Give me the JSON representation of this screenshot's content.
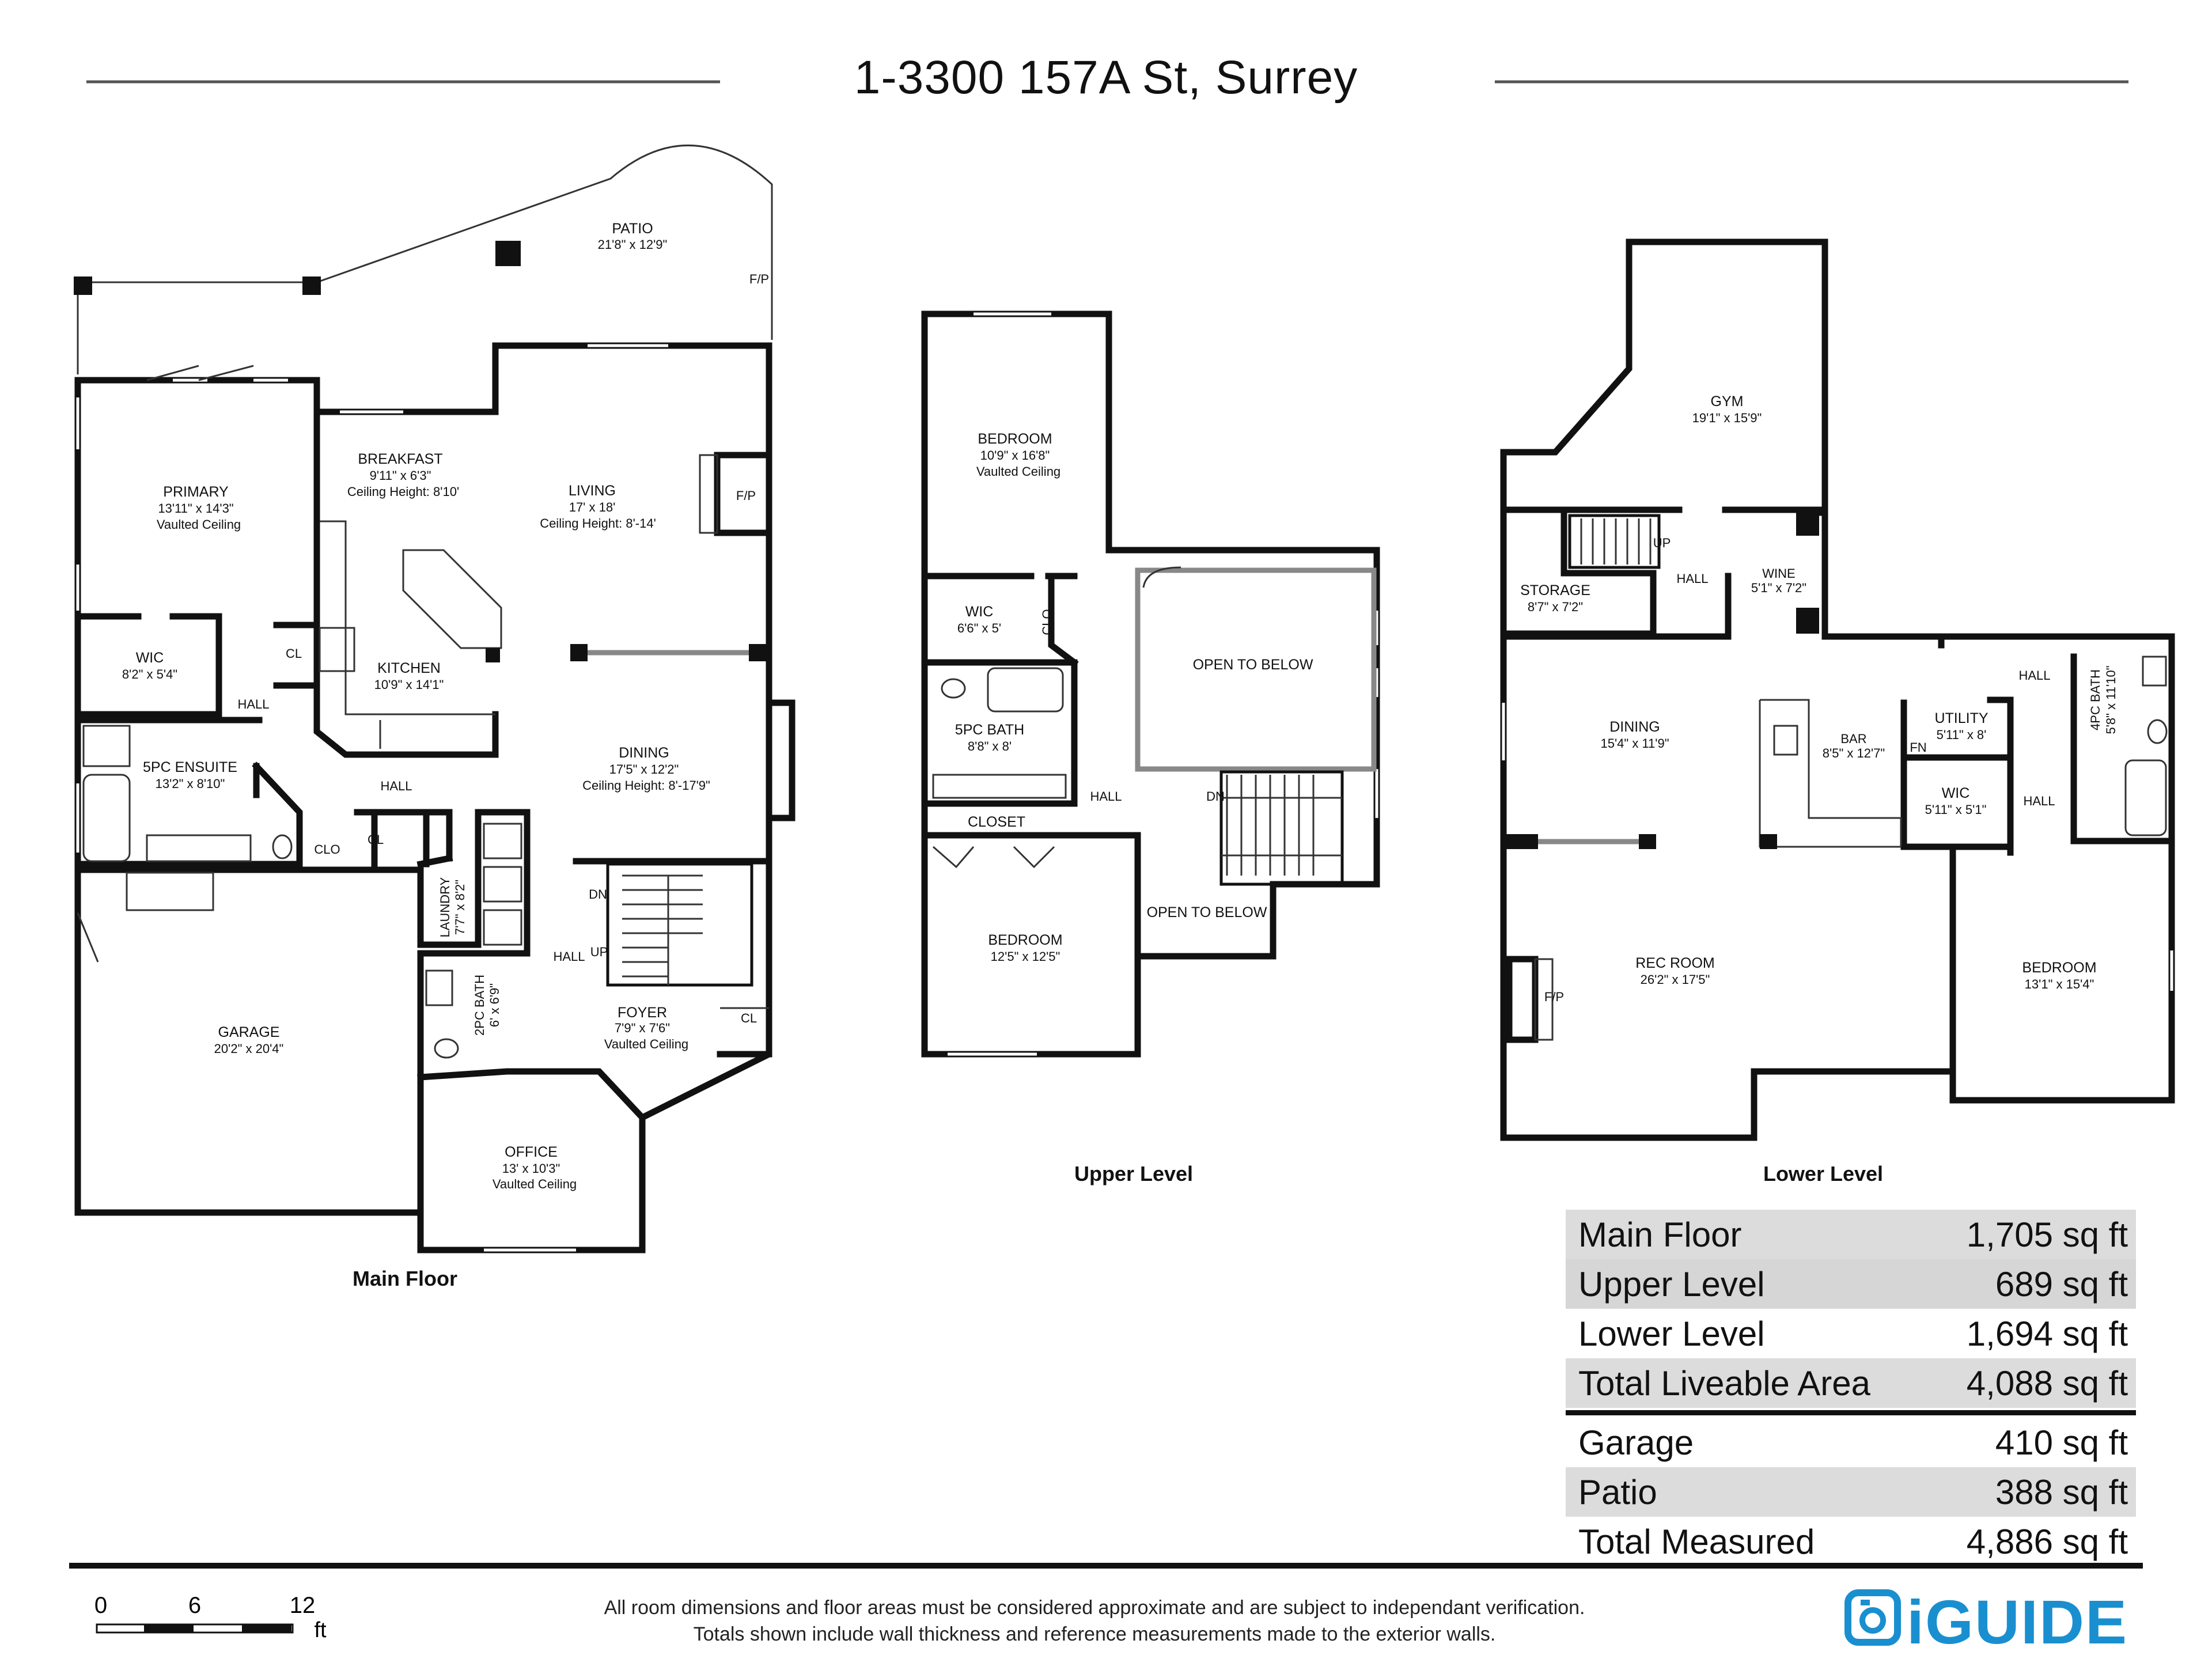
{
  "title": "1-3300 157A St, Surrey",
  "levels": {
    "main": "Main Floor",
    "upper": "Upper Level",
    "lower": "Lower Level"
  },
  "rooms": {
    "patio": {
      "name": "PATIO",
      "dims": "21'8\" x 12'9\""
    },
    "breakfast": {
      "name": "BREAKFAST",
      "dims": "9'11\" x 6'3\"",
      "note": "Ceiling Height: 8'10'"
    },
    "living": {
      "name": "LIVING",
      "dims": "17' x 18'",
      "note": "Ceiling Height: 8'-14'"
    },
    "primary": {
      "name": "PRIMARY",
      "dims": "13'11\" x 14'3\"",
      "note": "Vaulted Ceiling"
    },
    "wic_main": {
      "name": "WIC",
      "dims": "8'2\" x 5'4\""
    },
    "kitchen": {
      "name": "KITCHEN",
      "dims": "10'9\" x 14'1\""
    },
    "ensuite": {
      "name": "5PC ENSUITE",
      "dims": "13'2\" x 8'10\""
    },
    "dining_main": {
      "name": "DINING",
      "dims": "17'5\" x 12'2\"",
      "note": "Ceiling Height: 8'-17'9\""
    },
    "laundry": {
      "name": "LAUNDRY",
      "dims": "7'7\" x 8'2\""
    },
    "garage": {
      "name": "GARAGE",
      "dims": "20'2\" x 20'4\""
    },
    "bath2pc": {
      "name": "2PC BATH",
      "dims": "6' x 6'9\""
    },
    "foyer": {
      "name": "FOYER",
      "dims": "7'9\" x 7'6\"",
      "note": "Vaulted Ceiling"
    },
    "office": {
      "name": "OFFICE",
      "dims": "13' x 10'3\"",
      "note": "Vaulted Ceiling"
    },
    "bedroom_up1": {
      "name": "BEDROOM",
      "dims": "10'9\" x 16'8\"",
      "note": "Vaulted Ceiling"
    },
    "wic_up": {
      "name": "WIC",
      "dims": "6'6\" x 5'"
    },
    "bath5pc_up": {
      "name": "5PC BATH",
      "dims": "8'8\" x 8'"
    },
    "bedroom_up2": {
      "name": "BEDROOM",
      "dims": "12'5\" x 12'5\""
    },
    "gym": {
      "name": "GYM",
      "dims": "19'1\" x 15'9\""
    },
    "storage": {
      "name": "STORAGE",
      "dims": "8'7\" x 7'2\""
    },
    "wine": {
      "name": "WINE",
      "dims": "5'1\" x 7'2\""
    },
    "dining_low": {
      "name": "DINING",
      "dims": "15'4\" x 11'9\""
    },
    "bar": {
      "name": "BAR",
      "dims": "8'5\" x 12'7\""
    },
    "utility": {
      "name": "UTILITY",
      "dims": "5'11\" x 8'"
    },
    "wic_low": {
      "name": "WIC",
      "dims": "5'11\" x 5'1\""
    },
    "bath4pc": {
      "name": "4PC BATH",
      "dims": "5'8\" x 11'10\""
    },
    "rec": {
      "name": "REC ROOM",
      "dims": "26'2\" x 17'5\""
    },
    "bedroom_low": {
      "name": "BEDROOM",
      "dims": "13'1\" x 15'4\""
    }
  },
  "labels": {
    "hall": "HALL",
    "cl": "CL",
    "clo": "CLO",
    "closet": "CLOSET",
    "dn": "DN",
    "up": "UP",
    "fp": "F/P",
    "open": "OPEN TO BELOW",
    "fn": "FN"
  },
  "summary": [
    {
      "label": "Main Floor",
      "value": "1,705 sq ft"
    },
    {
      "label": "Upper Level",
      "value": "689 sq ft"
    },
    {
      "label": "Lower Level",
      "value": "1,694 sq ft"
    },
    {
      "label": "Total Liveable Area",
      "value": "4,088 sq ft"
    },
    {
      "label": "Garage",
      "value": "410 sq ft"
    },
    {
      "label": "Patio",
      "value": "388 sq ft"
    },
    {
      "label": "Total Measured",
      "value": "4,886 sq ft"
    }
  ],
  "scale": {
    "t0": "0",
    "t1": "6",
    "t2": "12",
    "unit": "ft"
  },
  "disclaimer": [
    "All room dimensions and floor areas must be considered approximate and are subject to independant verification.",
    "Totals shown include wall thickness and reference measurements made to the exterior walls."
  ],
  "brand": "iGUIDE",
  "brand_color": "#1a8fd0"
}
